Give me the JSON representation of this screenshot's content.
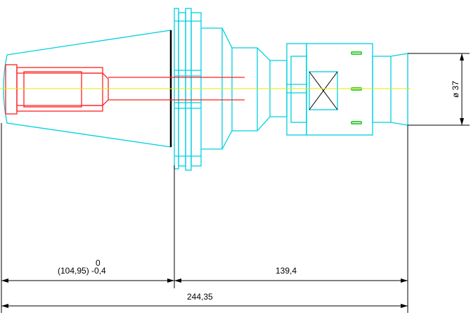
{
  "drawing": {
    "colors": {
      "holder_outline": "#00d0e0",
      "tool_outline": "#ff2020",
      "centerline": "#e8e800",
      "dimension": "#000000",
      "marks": "#40d040",
      "flange_face": "#000000"
    },
    "dimensions": {
      "diameter_label": "ø 37",
      "shank_tol_upper": "0",
      "shank_tol_lower": "(104,95) -0,4",
      "gauge_length": "139,4",
      "overall_length": "244,35"
    }
  }
}
